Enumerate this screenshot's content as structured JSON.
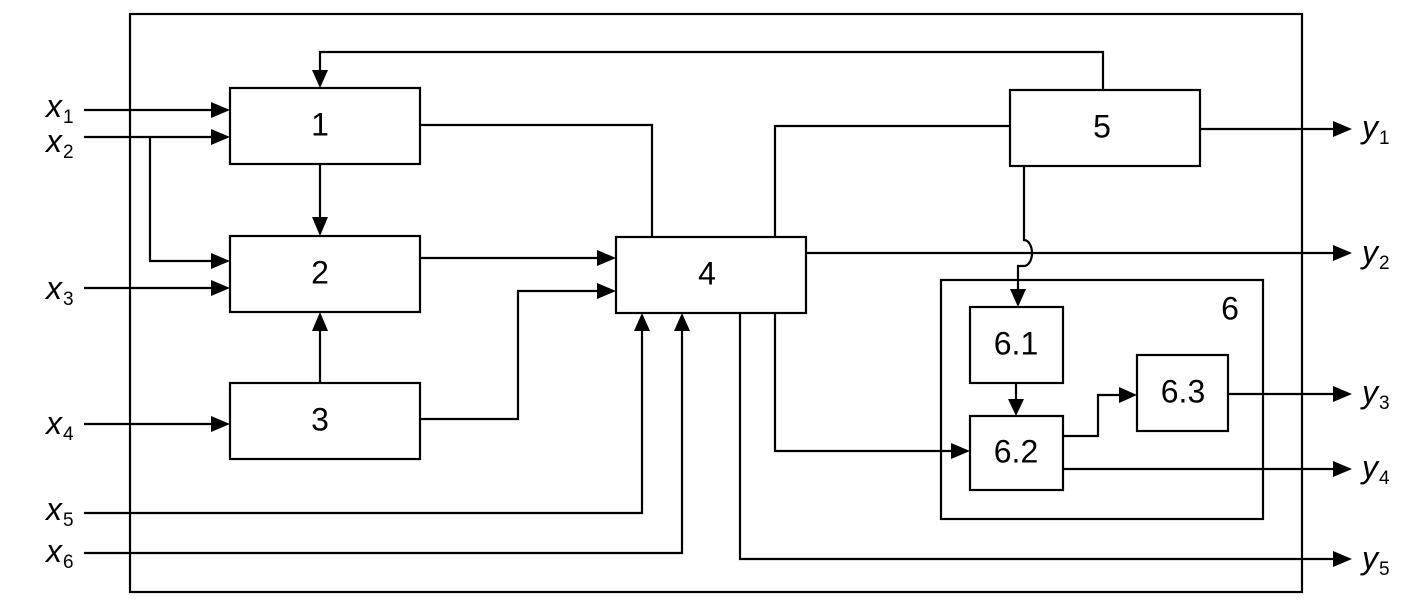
{
  "blocks": {
    "b1": "1",
    "b2": "2",
    "b3": "3",
    "b4": "4",
    "b5": "5",
    "b6": "6",
    "b61": "6.1",
    "b62": "6.2",
    "b63": "6.3"
  },
  "inputs": [
    {
      "var": "x",
      "sub": "1"
    },
    {
      "var": "x",
      "sub": "2"
    },
    {
      "var": "x",
      "sub": "3"
    },
    {
      "var": "x",
      "sub": "4"
    },
    {
      "var": "x",
      "sub": "5"
    },
    {
      "var": "x",
      "sub": "6"
    }
  ],
  "outputs": [
    {
      "var": "y",
      "sub": "1"
    },
    {
      "var": "y",
      "sub": "2"
    },
    {
      "var": "y",
      "sub": "3"
    },
    {
      "var": "y",
      "sub": "4"
    },
    {
      "var": "y",
      "sub": "5"
    }
  ]
}
